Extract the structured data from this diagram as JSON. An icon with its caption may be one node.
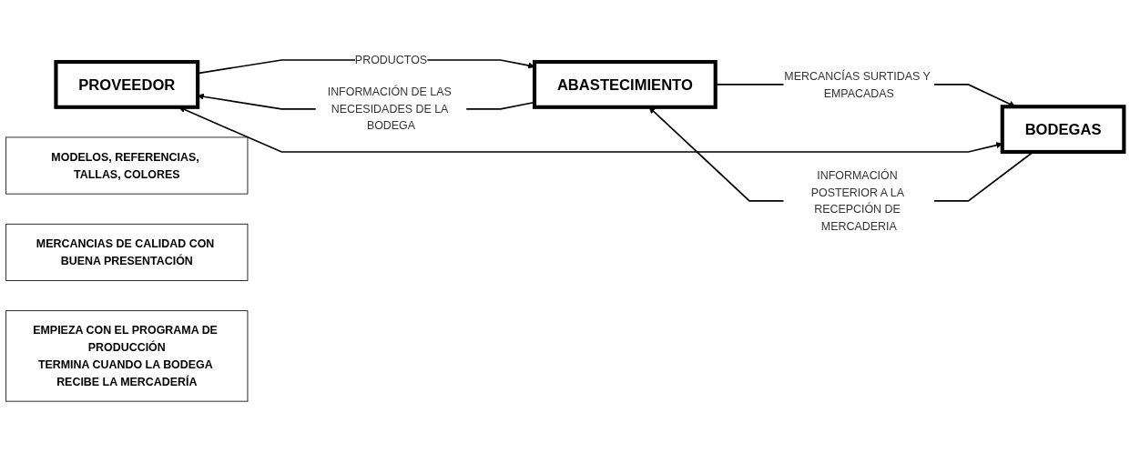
{
  "diagram": {
    "nodes": [
      {
        "text": [
          "PROVEEDOR"
        ]
      },
      {
        "text": [
          "ABASTECIMIENTO"
        ]
      },
      {
        "text": [
          "BODEGAS"
        ]
      },
      {
        "text": [
          "MODELOS, REFERENCIAS, TALLAS, COLORES"
        ]
      },
      {
        "text": [
          "MERCANCIAS DE CALIDAD CON BUENA PRESENTACIÓN"
        ]
      },
      {
        "text": [
          "EMPIEZA CON EL PROGRAMA DE PRODUCCIÓN",
          "TERMINA CUANDO LA BODEGA RECIBE LA MERCADERÍA"
        ]
      }
    ],
    "edges": [
      {
        "from": 0,
        "to": 1,
        "arrow": "to",
        "label": "PRODUCTOS"
      },
      {
        "from": 1,
        "to": 2,
        "arrow": "to",
        "label": "MERCANCÍAS SURTIDAS Y EMPACADAS"
      },
      {
        "from": 1,
        "to": 0,
        "arrow": "to",
        "label": "INFORMACIÓN DE LAS NECESIDADES DE LA BODEGA"
      },
      {
        "from": 2,
        "to": 1,
        "arrow": "to",
        "label": "INFORMACIÓN POSTERIOR A LA RECEPCIÓN DE MERCADERIA"
      },
      {
        "from": 0,
        "to": 2,
        "arrow": "both"
      }
    ]
  }
}
